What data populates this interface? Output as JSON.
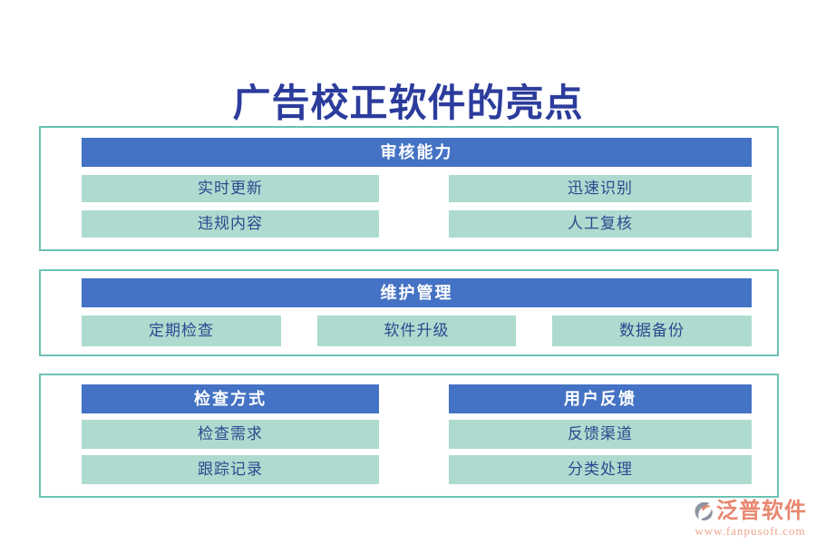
{
  "title": "广告校正软件的亮点",
  "colors": {
    "header_bg": "#4472C4",
    "header_text": "#FFFFFF",
    "item_bg": "#ADDBCF",
    "item_text": "#2A4A8F",
    "box_border": "#6BC2B2",
    "title_text": "#2C3C9C",
    "brand_text": "#E8876F",
    "url_text": "#EFA48C",
    "logo_gray": "#8E93A2"
  },
  "sections": [
    {
      "header": "审核能力",
      "items": [
        "实时更新",
        "迅速识别",
        "违规内容",
        "人工复核"
      ]
    },
    {
      "header": "维护管理",
      "items": [
        "定期检查",
        "软件升级",
        "数据备份"
      ]
    },
    {
      "columns": [
        {
          "header": "检查方式",
          "items": [
            "检查需求",
            "跟踪记录"
          ]
        },
        {
          "header": "用户反馈",
          "items": [
            "反馈渠道",
            "分类处理"
          ]
        }
      ]
    }
  ],
  "footer": {
    "brand": "泛普软件",
    "url": "www.fanpusoft.com"
  }
}
